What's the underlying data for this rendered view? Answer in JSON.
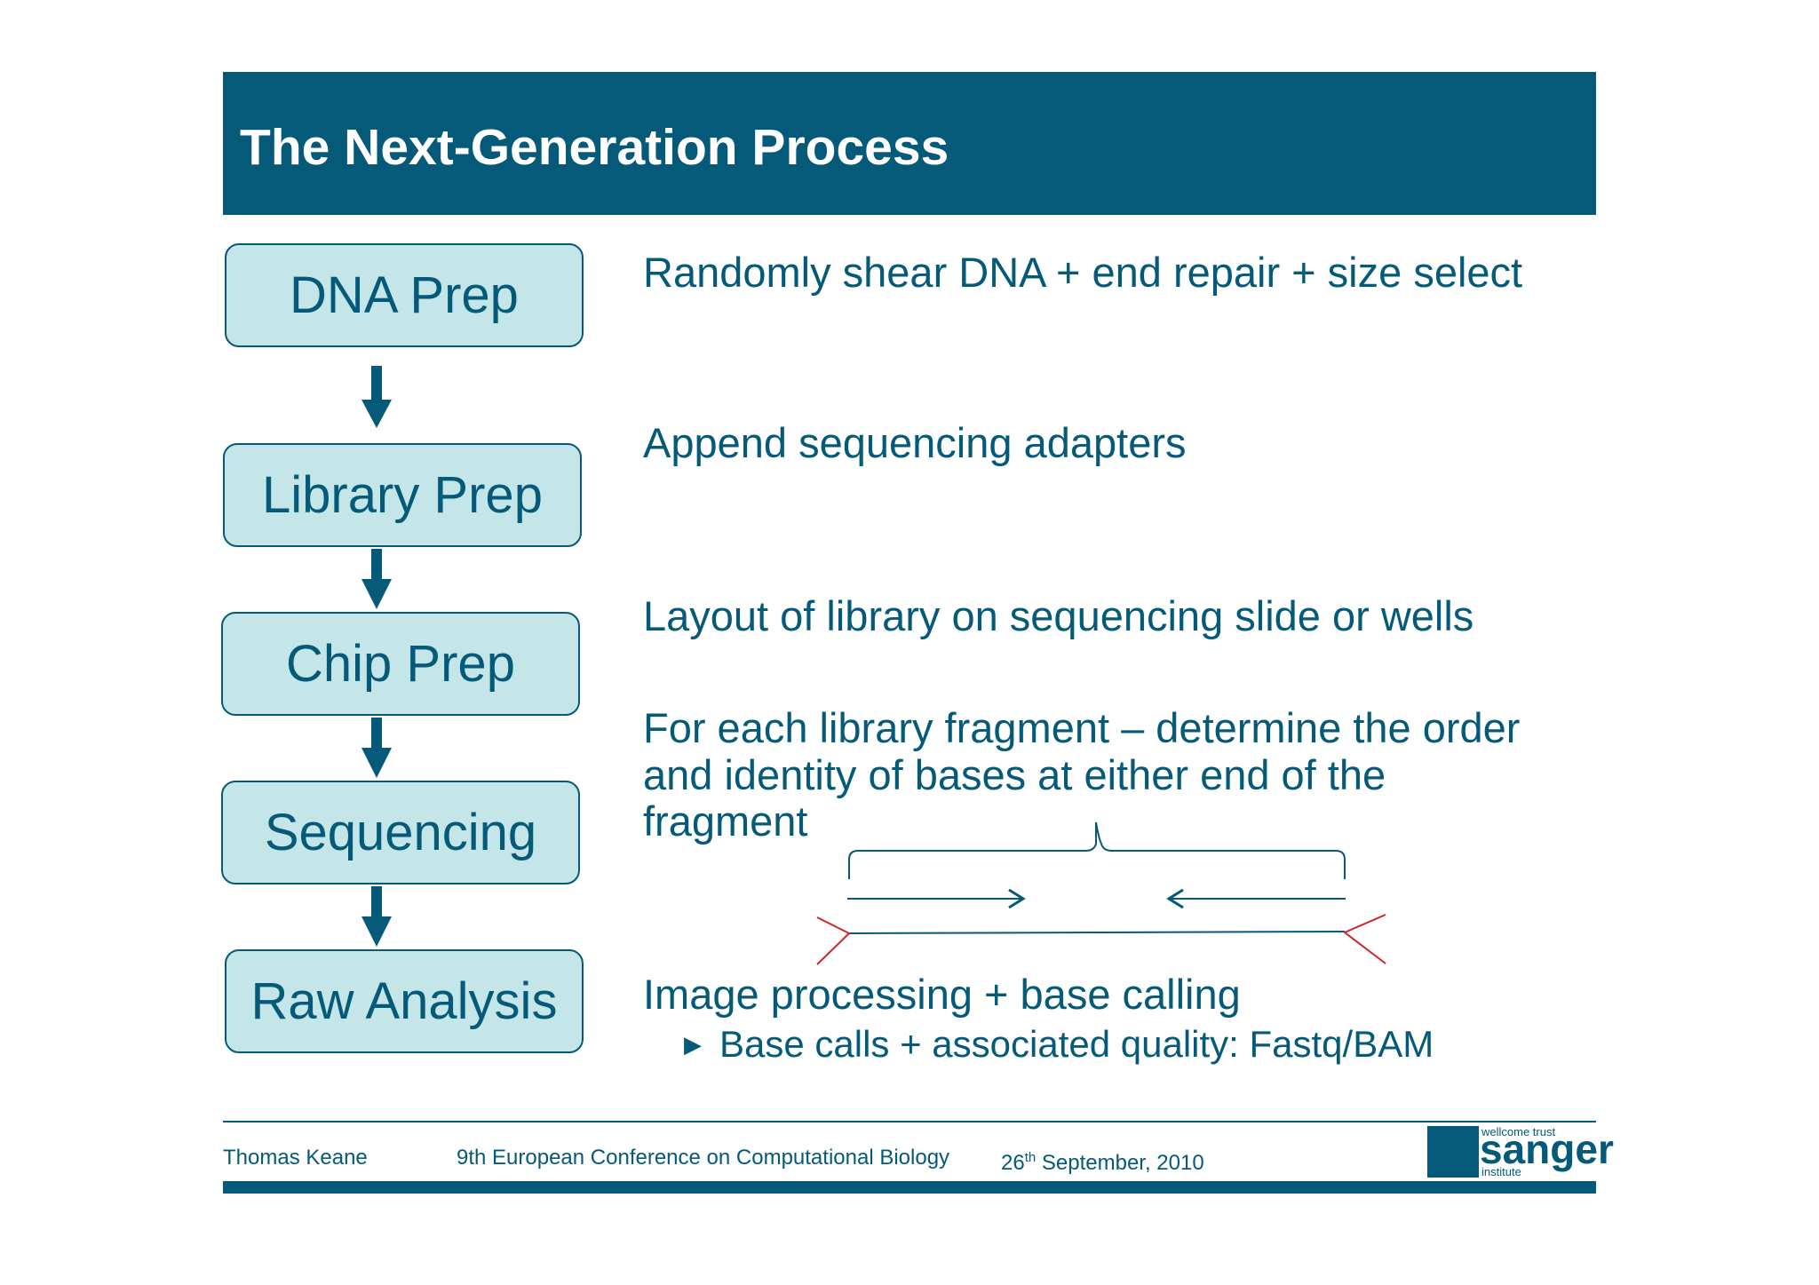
{
  "slide": {
    "title": "The Next-Generation Process"
  },
  "steps": [
    {
      "label": "DNA Prep",
      "description": "Randomly shear DNA + end repair + size select"
    },
    {
      "label": "Library Prep",
      "description": "Append sequencing adapters"
    },
    {
      "label": "Chip Prep",
      "description": "Layout of library on sequencing slide or wells"
    },
    {
      "label": "Sequencing",
      "description_lines": [
        "For each library fragment – determine the order",
        "and identity of bases at either end of the",
        "fragment"
      ]
    },
    {
      "label": "Raw Analysis",
      "description": "Image processing + base calling",
      "sub_bullet": "Base calls + associated quality: Fastq/BAM"
    }
  ],
  "footer": {
    "author": "Thomas Keane",
    "conference": "9th European Conference on Computational Biology",
    "date_day": "26",
    "date_suffix": "th",
    "date_rest": " September, 2010",
    "logo": {
      "top": "wellcome trust",
      "main": "sanger",
      "bottom": "institute"
    }
  },
  "colors": {
    "primary": "#045a78",
    "box_fill": "#c4e6e8",
    "adapter": "#d2232a"
  }
}
